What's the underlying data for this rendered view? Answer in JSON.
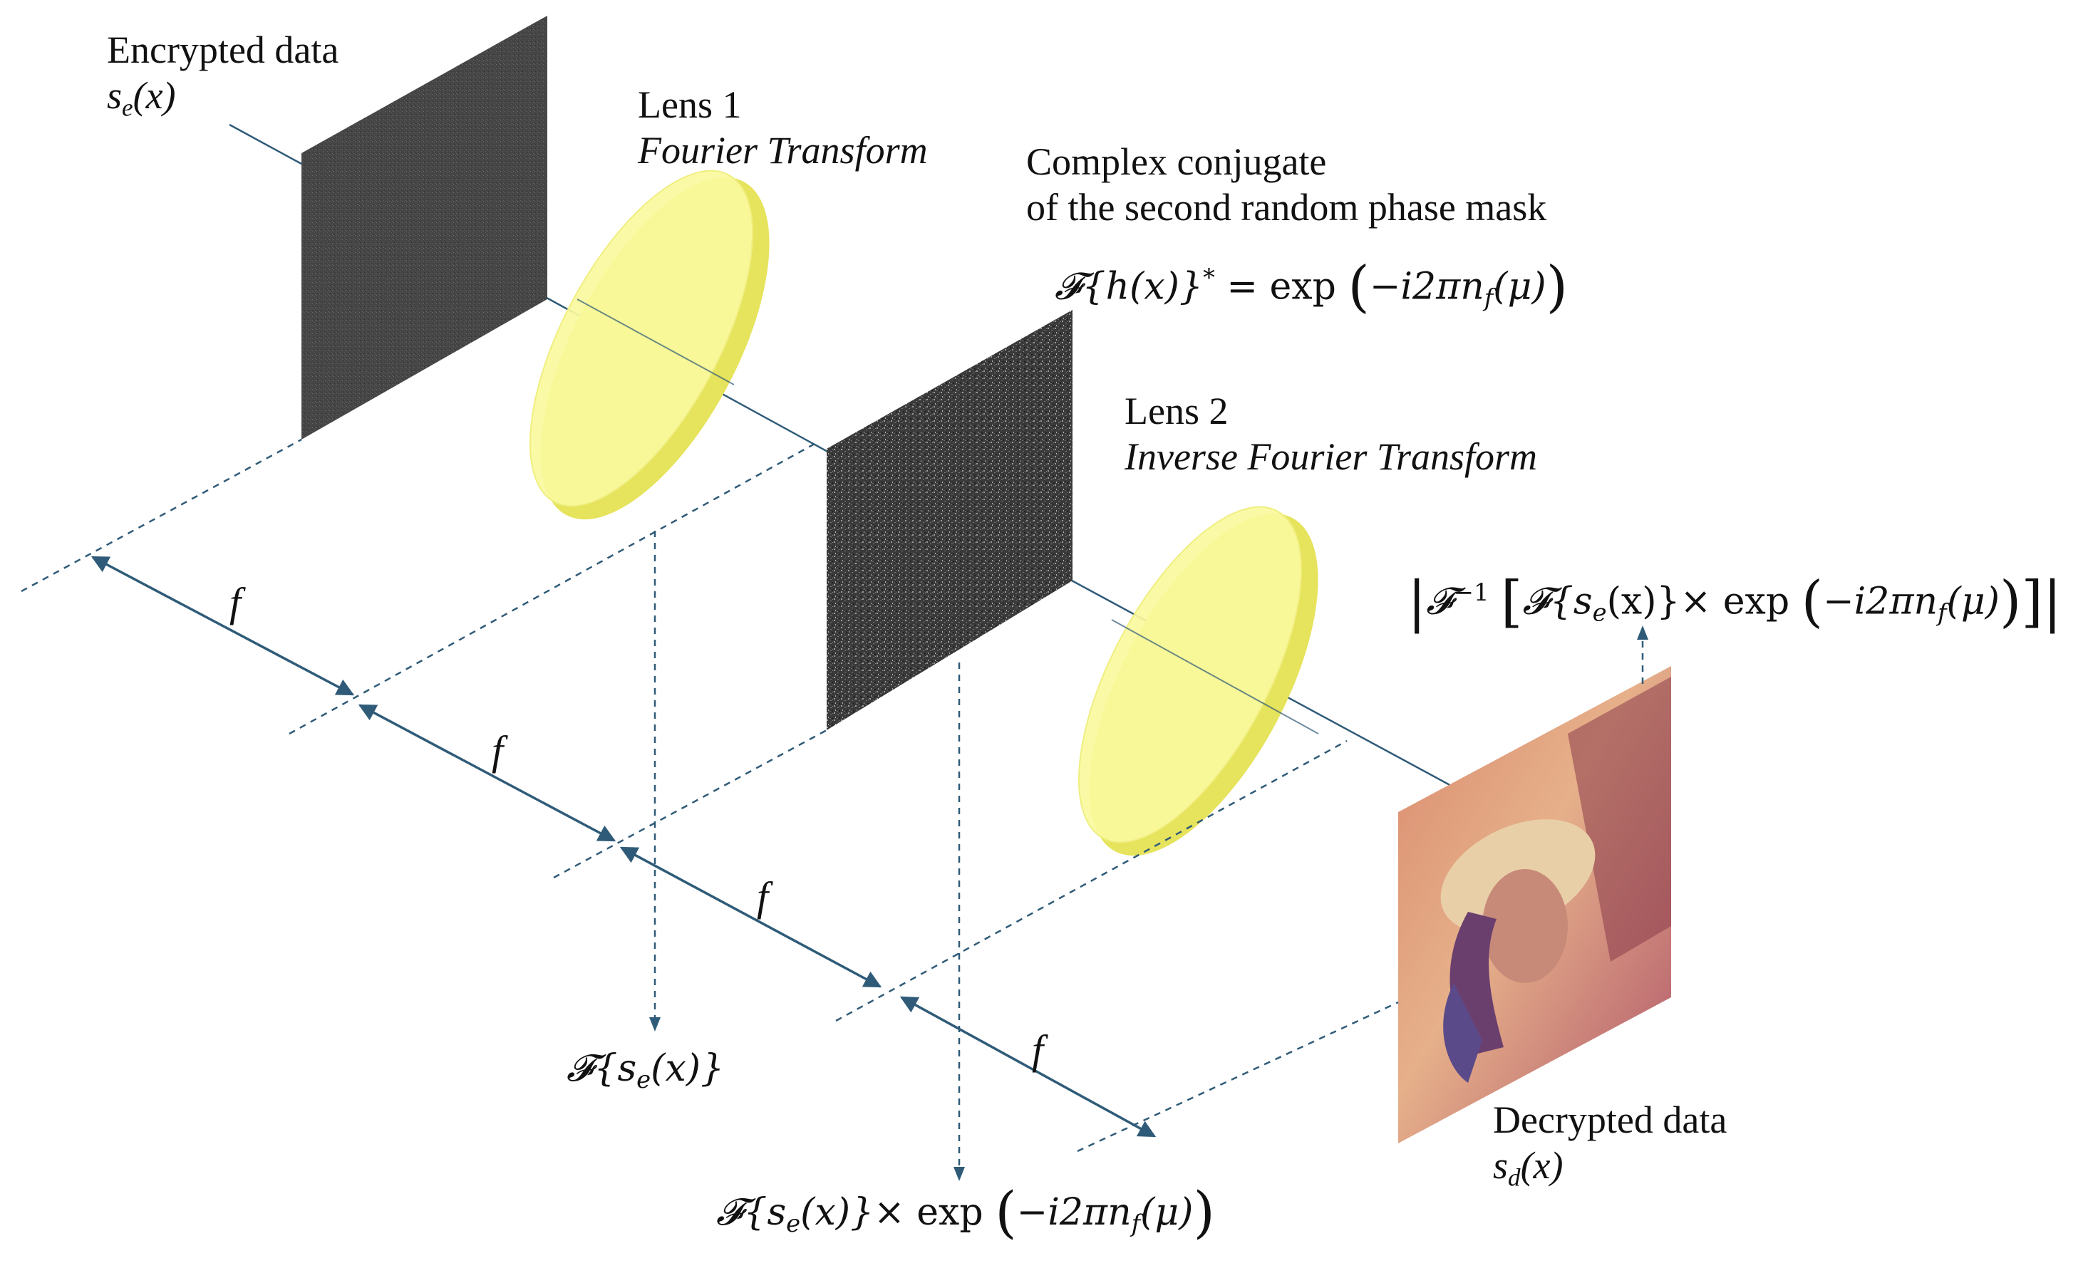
{
  "labels": {
    "encrypted_title": "Encrypted data",
    "encrypted_sym": "s",
    "encrypted_sub": "e",
    "encrypted_arg": "(x)",
    "lens1_title": "Lens 1",
    "lens1_subtitle": "Fourier Transform",
    "conj_line1": "Complex conjugate",
    "conj_line2": "of the second random phase mask",
    "lens2_title": "Lens 2",
    "lens2_subtitle": "Inverse Fourier Transform",
    "decrypted_title": "Decrypted data",
    "decrypted_sym": "s",
    "decrypted_sub": "d",
    "decrypted_arg": "(x)",
    "focal": "f"
  },
  "equations": {
    "conj_lhs": "𝓕{h(x)}",
    "conj_star": "*",
    "conj_eq": " = exp",
    "exp_inner": "−i2πn",
    "exp_sub": "f",
    "exp_arg": "(μ)",
    "ft_a": "𝓕{s",
    "ft_sub": "e",
    "ft_b": "(x)}",
    "prod_times": "× exp",
    "inv_a": "𝓕",
    "inv_sup": "−1",
    "inv_b": "𝓕{s",
    "inv_c": "(x)}× exp"
  },
  "colors": {
    "line": "#2f5b78",
    "lens_fill": "#fafa9e",
    "lens_edge": "#e6e35c",
    "mask": "#454545"
  }
}
